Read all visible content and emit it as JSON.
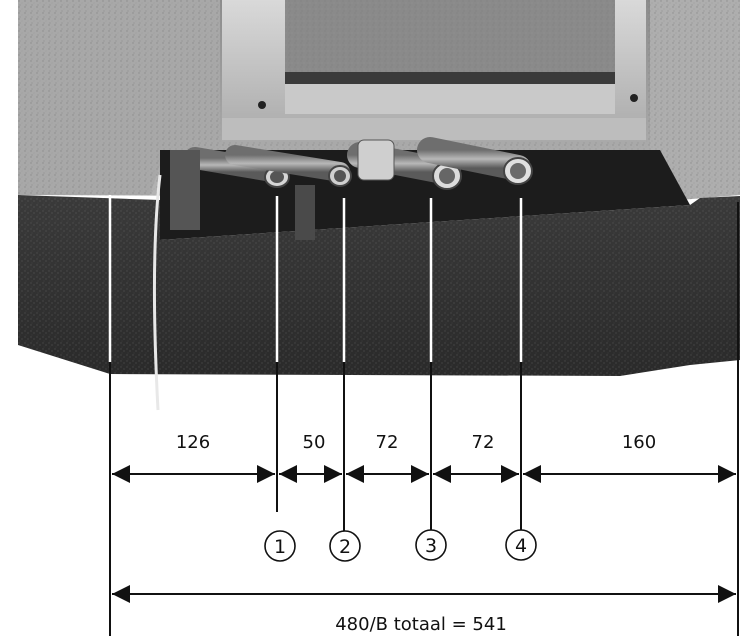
{
  "dimensions": {
    "segments": [
      "126",
      "50",
      "72",
      "72",
      "160"
    ],
    "connections": [
      "1",
      "2",
      "3",
      "4"
    ],
    "total_label": "480/B totaal = 541"
  }
}
